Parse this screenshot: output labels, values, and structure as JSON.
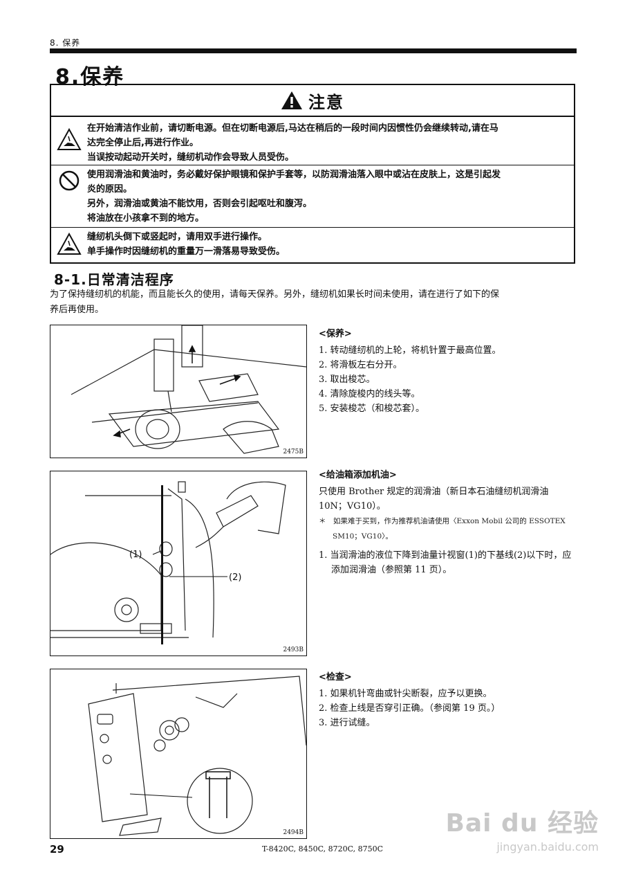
{
  "header": {
    "running_head": "8. 保养",
    "chapter_title": "8.保养"
  },
  "caution": {
    "title": "注意",
    "rows": [
      {
        "icon": "hazard-hand-icon",
        "lines": [
          "在开始清洁作业前，请切断电源。但在切断电源后,马达在稍后的一段时间内因惯性仍会继续转动,请在马",
          "达完全停止后,再进行作业。",
          "当误按动起动开关时，缝纫机动作会导致人员受伤。"
        ]
      },
      {
        "icon": "prohibited-icon",
        "lines": [
          "使用润滑油和黄油时，务必戴好保护眼镜和保护手套等，以防润滑油落入眼中或沾在皮肤上，这是引起发",
          "炎的原因。",
          "另外，润滑油或黄油不能饮用，否则会引起呕吐和腹泻。",
          "将油放在小孩拿不到的地方。"
        ]
      },
      {
        "icon": "hazard-hand-icon",
        "lines": [
          "缝纫机头倒下或竖起时，请用双手进行操作。",
          "单手操作时因缝纫机的重量万一滑落易导致受伤。"
        ]
      }
    ]
  },
  "section": {
    "title": "8-1.日常清洁程序",
    "intro": [
      "为了保持缝纫机的机能，而且能长久的使用，请每天保养。另外，缝纫机如果长时间未使用，请在进行了如下的保",
      "养后再使用。"
    ]
  },
  "figures": [
    {
      "code": "2475B"
    },
    {
      "code": "2493B",
      "callout1": "(1)",
      "callout2": "(2)"
    },
    {
      "code": "2494B"
    }
  ],
  "maintenance": {
    "heading": "<保养>",
    "steps": [
      "1. 转动缝纫机的上轮，将机针置于最高位置。",
      "2. 将滑板左右分开。",
      "3. 取出梭芯。",
      "4. 清除旋梭内的线头等。",
      "5. 安装梭芯（和梭芯套）。"
    ]
  },
  "oiling": {
    "heading": "<给油箱添加机油>",
    "para": "只使用 Brother 规定的润滑油（新日本石油缝纫机润滑油 10N；VG10）。",
    "note": "＊　如果难于买到，作为推荐机油请使用〈Exxon Mobil 公司的 ESSOTEX SM10；VG10〉。",
    "steps": [
      "1. 当润滑油的液位下降到油量计视窗(1)的下基线(2)以下时，应添加润滑油（参照第 11 页）。"
    ]
  },
  "inspection": {
    "heading": "<检查>",
    "steps": [
      "1. 如果机针弯曲或针尖断裂，应予以更换。",
      "2. 检查上线是否穿引正确。（参阅第 19 页。）",
      "3. 进行试缝。"
    ]
  },
  "footer": {
    "page_number": "29",
    "model": "T-8420C, 8450C, 8720C, 8750C"
  },
  "watermark": {
    "brand": "Bai du 经验",
    "url": "jingyan.baidu.com"
  }
}
